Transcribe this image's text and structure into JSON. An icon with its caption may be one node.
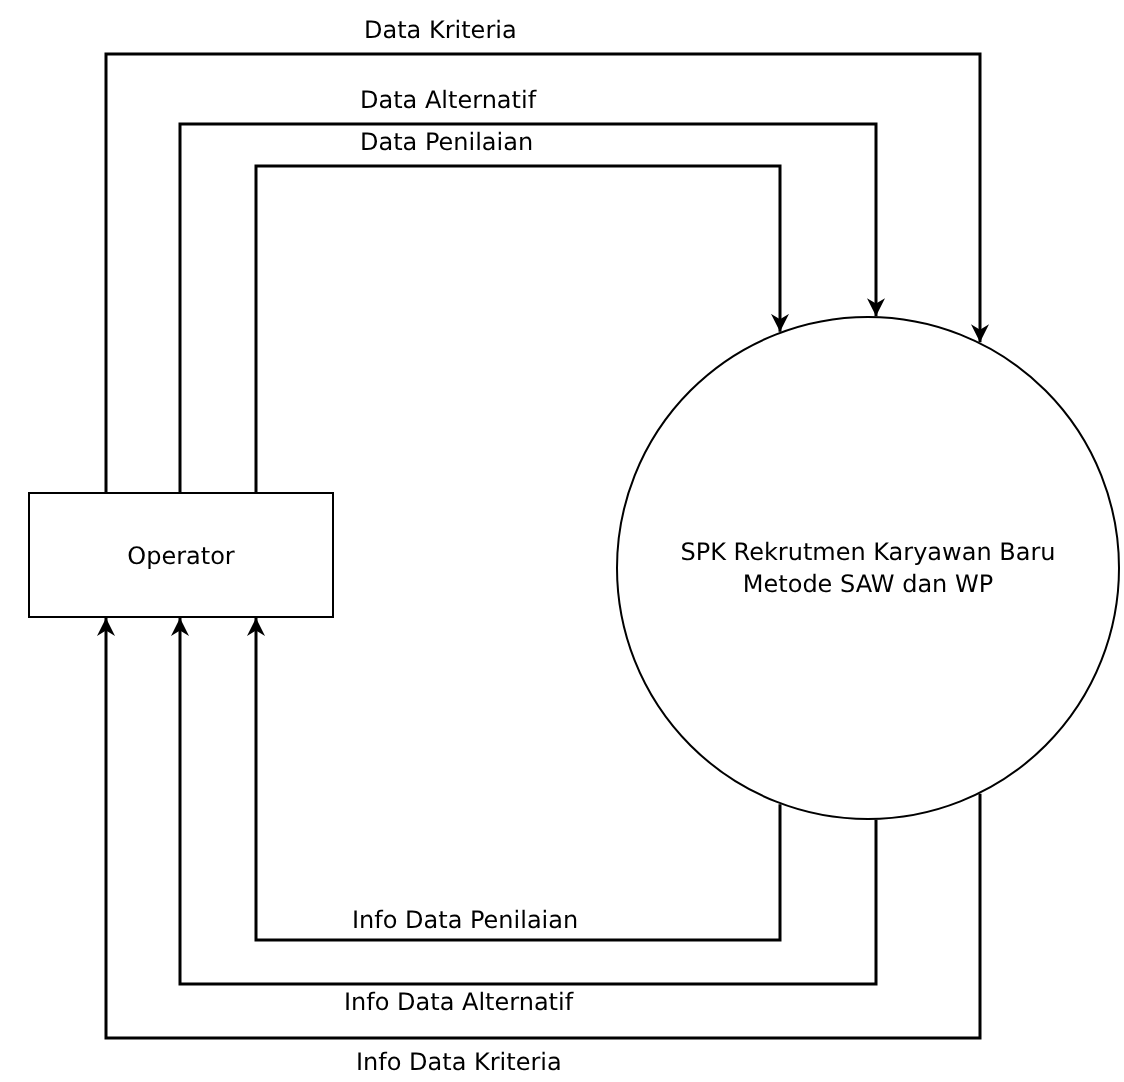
{
  "diagram": {
    "nodes": [
      {
        "text": [
          "Operator"
        ]
      },
      {
        "text": [
          "SPK Rekrutmen Karyawan Baru Metode SAW dan WP"
        ]
      }
    ],
    "edges": [
      {
        "from": 0,
        "to": 1,
        "arrow": "to",
        "label": "Data Kriteria"
      },
      {
        "from": 0,
        "to": 1,
        "arrow": "to",
        "label": "Data Alternatif"
      },
      {
        "from": 0,
        "to": 1,
        "arrow": "to",
        "label": "Data Penilaian"
      },
      {
        "from": 1,
        "to": 0,
        "arrow": "to",
        "label": "Info Data Penilaian"
      },
      {
        "from": 1,
        "to": 0,
        "arrow": "to",
        "label": "Info Data Alternatif"
      },
      {
        "from": 1,
        "to": 0,
        "arrow": "to",
        "label": "Info Data Kriteria"
      }
    ]
  }
}
